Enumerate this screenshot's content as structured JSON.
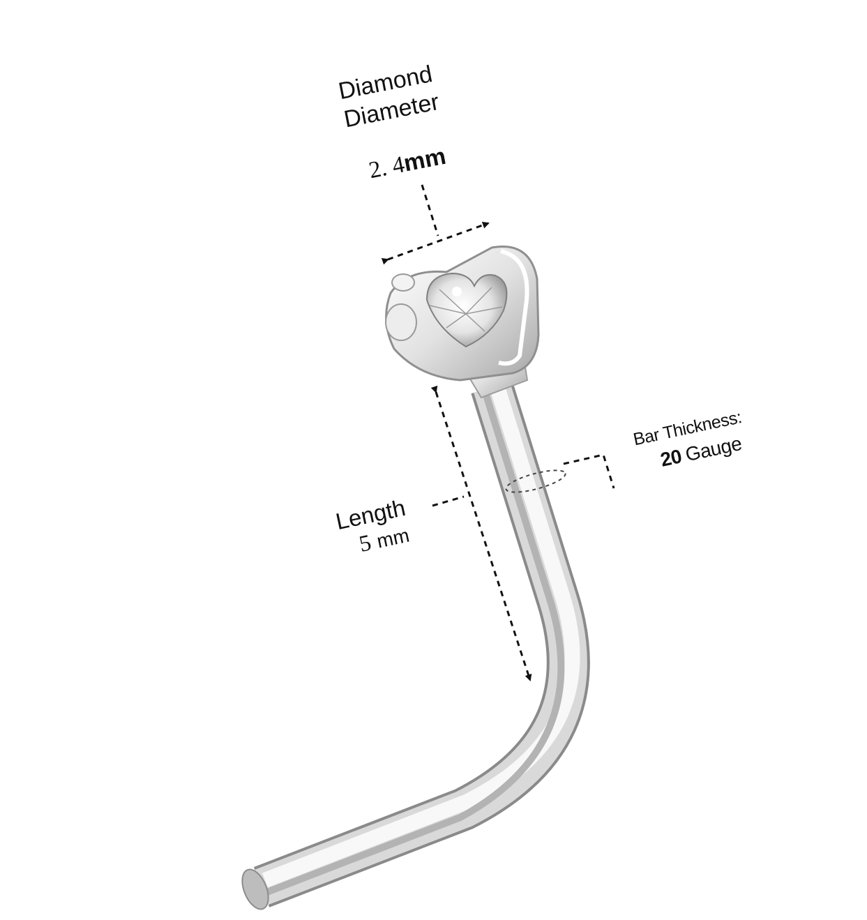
{
  "annotations": {
    "diamond": {
      "line1": "Diamond",
      "line2": "Diameter",
      "value": "2. 4",
      "unit": "mm"
    },
    "length": {
      "line1": "Length",
      "value": "5",
      "unit": "mm"
    },
    "bar": {
      "line1": "Bar Thickness:",
      "value": "20",
      "unit": "Gauge"
    }
  },
  "colors": {
    "background": "#ffffff",
    "metal_light": "#f7f7f7",
    "metal_dark": "#9a9a9a",
    "dimension_line": "#111111"
  }
}
